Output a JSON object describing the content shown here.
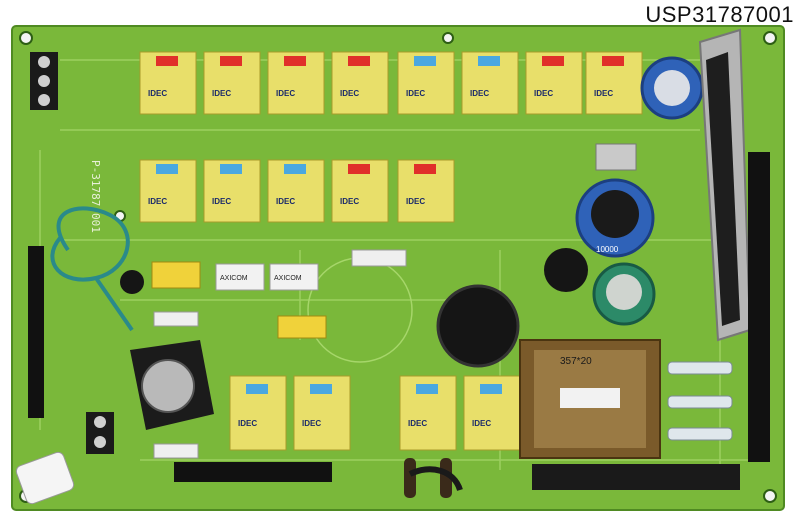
{
  "image": {
    "part_number": "USP31787001",
    "board_silkscreen": "P-31787-001",
    "relay_brand": "IDEC",
    "component_maker": "AXICOM",
    "capacitor_label": "10000",
    "transformer_marking": "357*20",
    "wire_color": "#2a8a8a",
    "board_color": "#7ab83a",
    "relay_color": "#e8df6a"
  }
}
